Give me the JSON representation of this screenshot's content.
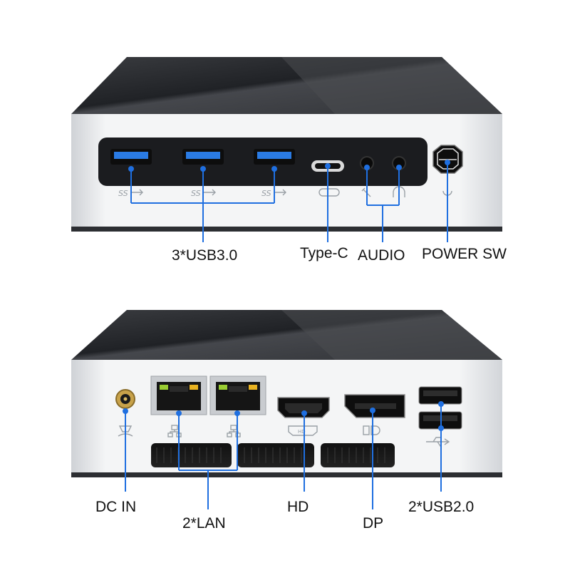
{
  "front_panel": {
    "labels": {
      "usb3": "3*USB3.0",
      "typec": "Type-C",
      "audio": "AUDIO",
      "power": "POWER SW"
    },
    "port_icons": [
      "usb-ss-icon",
      "usb-ss-icon",
      "usb-ss-icon",
      "typec-icon",
      "microphone-icon",
      "headphone-icon",
      "power-icon"
    ]
  },
  "rear_panel": {
    "labels": {
      "dc_in": "DC IN",
      "lan": "2*LAN",
      "hd": "HD",
      "dp": "DP",
      "usb2": "2*USB2.0"
    },
    "port_icons": [
      "dc-power-icon",
      "network-icon",
      "network-icon",
      "hdmi-icon",
      "displayport-icon",
      "usb-icon"
    ]
  },
  "colors": {
    "callout_line": "#1f6fe0",
    "usb3_port": "#2a7be4",
    "chassis_body": "#eceef0",
    "chassis_top": "#2b2d31"
  }
}
